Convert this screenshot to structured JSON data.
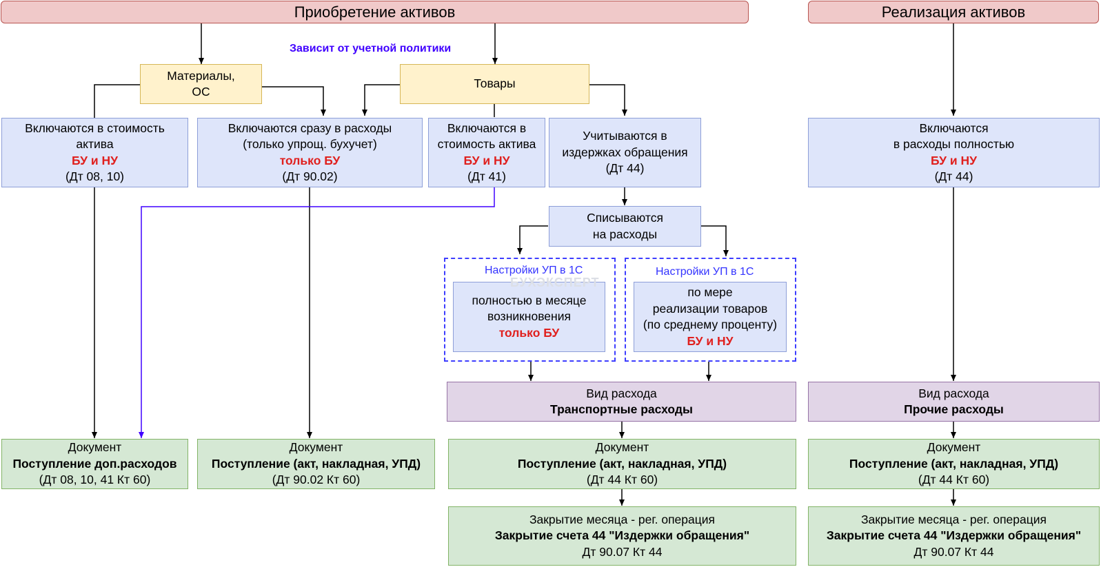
{
  "headers": {
    "acquisition": "Приобретение активов",
    "sale": "Реализация активов"
  },
  "policy_note": "Зависит от учетной политики",
  "materials": [
    "Материалы,",
    "ОС"
  ],
  "goods": "Товары",
  "cost_asset": {
    "line1": "Включаются в стоимость",
    "line2": "актива",
    "tag": "БУ и НУ",
    "account": "(Дт 08, 10)"
  },
  "expenses_direct": {
    "line1": "Включаются сразу в расходы",
    "line2": "(только упрощ. бухучет)",
    "tag": "только БУ",
    "account": "(Дт 90.02)"
  },
  "cost_goods": {
    "line1": "Включаются в",
    "line2": "стоимость актива",
    "tag": "БУ и НУ",
    "account": "(Дт 41)"
  },
  "distribution_costs": {
    "line1": "Учитываются в",
    "line2": "издержках обращения",
    "account": "(Дт 44)"
  },
  "written_off": [
    "Списываются",
    "на расходы"
  ],
  "settings_left": {
    "label": "Настройки УП в 1С",
    "line1": "полностью в месяце",
    "line2": "возникновения",
    "tag": "только БУ"
  },
  "settings_right": {
    "label": "Настройки УП в 1С",
    "line1": "по мере",
    "line2": "реализации товаров",
    "line3": "(по среднему проценту)",
    "tag": "БУ и НУ"
  },
  "watermark": "БУХЭКСПЕРТ",
  "sale_expenses": {
    "line1": "Включаются",
    "line2": "в расходы полностью",
    "tag": "БУ и НУ",
    "account": "(Дт 44)"
  },
  "expense_type_transport": {
    "label": "Вид расхода",
    "value": "Транспортные расходы"
  },
  "expense_type_other": {
    "label": "Вид расхода",
    "value": "Прочие расходы"
  },
  "doc_additional": {
    "label": "Документ",
    "name": "Поступление доп.расходов",
    "entry": "(Дт 08, 10, 41 Кт 60)"
  },
  "doc_receipt_9002": {
    "label": "Документ",
    "name": "Поступление (акт, накладная, УПД)",
    "entry": "(Дт 90.02 Кт 60)"
  },
  "doc_receipt_44_mid": {
    "label": "Документ",
    "name": "Поступление (акт, накладная, УПД)",
    "entry": "(Дт 44 Кт 60)"
  },
  "doc_receipt_44_right": {
    "label": "Документ",
    "name": "Поступление (акт, накладная, УПД)",
    "entry": "(Дт 44 Кт 60)"
  },
  "closing_mid": {
    "label": "Закрытие месяца - рег. операция",
    "name": "Закрытие счета 44 \"Издержки обращения\"",
    "entry": "Дт 90.07 Кт 44"
  },
  "closing_right": {
    "label": "Закрытие месяца - рег. операция",
    "name": "Закрытие счета 44 \"Издержки обращения\"",
    "entry": "Дт 90.07 Кт 44"
  },
  "colors": {
    "header_fill": "#f0c9c9",
    "header_border": "#b85450",
    "yellow_fill": "#fff2cc",
    "blue_fill": "#dee5fa",
    "purple_fill": "#e1d5e7",
    "green_fill": "#d5e8d4",
    "accent_red": "#e0201e",
    "accent_blue": "#3f00ff"
  }
}
